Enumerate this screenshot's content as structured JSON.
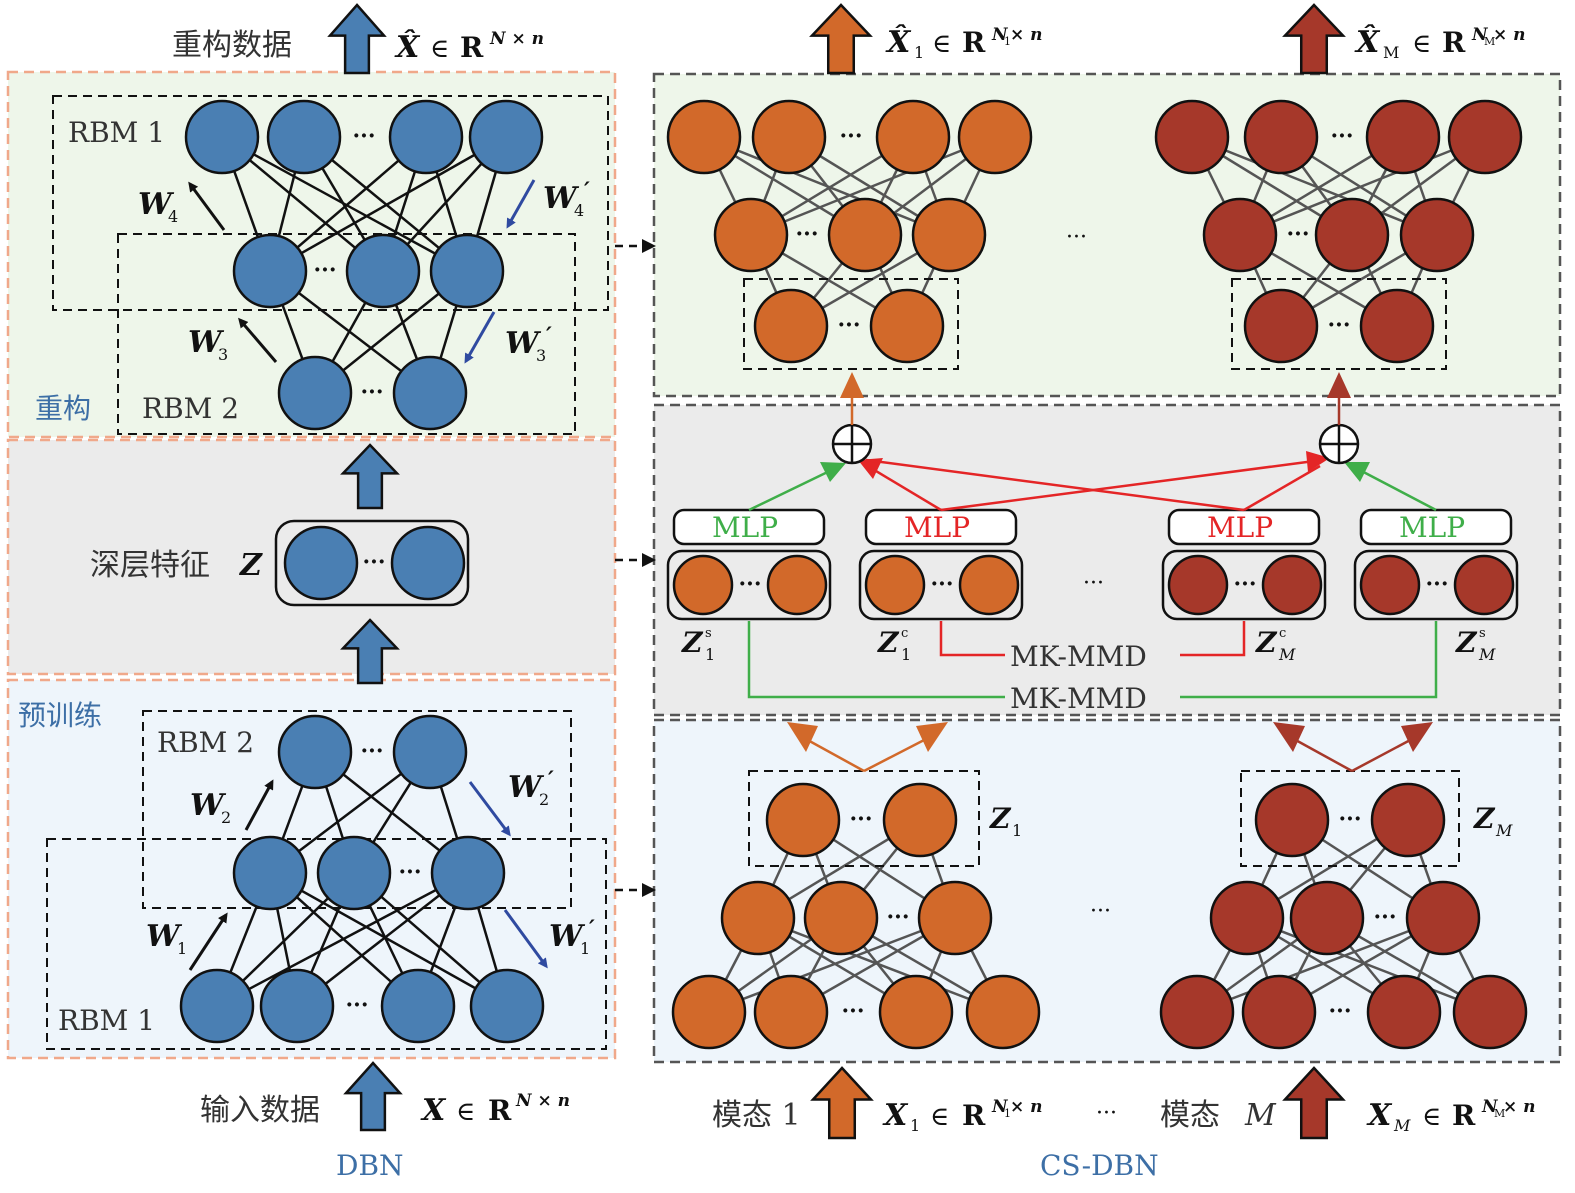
{
  "left": {
    "output_label": "重构数据",
    "output_math": {
      "var": "X̂",
      "in": "∈",
      "set": "R",
      "sup": "N × n"
    },
    "input_label": "输入数据",
    "input_math": {
      "var": "X",
      "in": "∈",
      "set": "R",
      "sup": "N × n"
    },
    "section_recon": "重构",
    "section_pretrain": "预训练",
    "deep_feature": "深层特征",
    "deep_feature_var": "Z",
    "rbm_top_1": "RBM 1",
    "rbm_top_2": "RBM 2",
    "rbm_bot_1": "RBM 1",
    "rbm_bot_2": "RBM 2",
    "weights": {
      "w4": "W",
      "w4_sub": "4",
      "w4p": "W",
      "w4p_sub": "4",
      "w3": "W",
      "w3_sub": "3",
      "w3p": "W",
      "w3p_sub": "3",
      "w2": "W",
      "w2_sub": "2",
      "w2p": "W",
      "w2p_sub": "2",
      "w1": "W",
      "w1_sub": "1",
      "w1p": "W",
      "w1p_sub": "1",
      "prime": "′"
    },
    "caption": "DBN"
  },
  "right": {
    "out1": {
      "var": "X̂",
      "sub": "1",
      "in": "∈",
      "set": "R",
      "sup_n": "N",
      "sup_sub": "1",
      "sup_rest": " × n"
    },
    "outM": {
      "var": "X̂",
      "sub": "M",
      "in": "∈",
      "set": "R",
      "sup_n": "N",
      "sup_sub": "M",
      "sup_rest": " × n"
    },
    "in1_label": "模态 1",
    "inM_label": "模态",
    "inM_var": "M",
    "in1": {
      "var": "X",
      "sub": "1",
      "in": "∈",
      "set": "R",
      "sup_n": "N",
      "sup_sub": "1",
      "sup_rest": " × n"
    },
    "inM": {
      "var": "X",
      "sub": "M",
      "in": "∈",
      "set": "R",
      "sup_n": "N",
      "sup_sub": "M",
      "sup_rest": " × n"
    },
    "mlp": "MLP",
    "mkmmd": "MK-MMD",
    "z1s": {
      "var": "Z",
      "sup": "s",
      "sub": "1"
    },
    "z1c": {
      "var": "Z",
      "sup": "c",
      "sub": "1"
    },
    "zMc": {
      "var": "Z",
      "sup": "c",
      "sub": "M"
    },
    "zMs": {
      "var": "Z",
      "sup": "s",
      "sub": "M"
    },
    "z1": {
      "var": "Z",
      "sub": "1"
    },
    "zM": {
      "var": "Z",
      "sub": "M"
    },
    "ellipsis": "…",
    "dots": "···",
    "plus": "⊕",
    "caption": "CS-DBN"
  },
  "colors": {
    "blue": "#4a7fb3",
    "orange": "#d2692a",
    "red": "#a6382a",
    "recon_bg": "#eef6ea",
    "feature_bg": "#ebebeb",
    "pretrain_bg": "#eef5fb",
    "salmon": "#f0a88a",
    "green_line": "#3fae49",
    "red_line": "#e42526",
    "arrow_blue": "#2f4aa0"
  }
}
